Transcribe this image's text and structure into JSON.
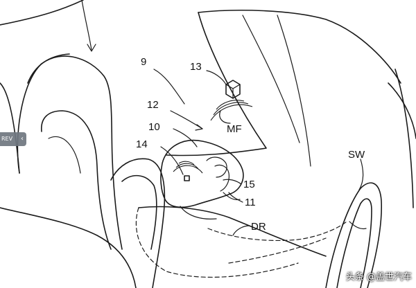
{
  "labels": {
    "l9": "9",
    "l13": "13",
    "l12": "12",
    "l10": "10",
    "l14": "14",
    "lMF": "MF",
    "lSW": "SW",
    "l15": "15",
    "l11": "11",
    "lDR": "DR"
  },
  "prev_tab": {
    "label": "REV",
    "arrow": "chevron-left-icon"
  },
  "watermark": {
    "text": "头条 @盖世汽车"
  }
}
